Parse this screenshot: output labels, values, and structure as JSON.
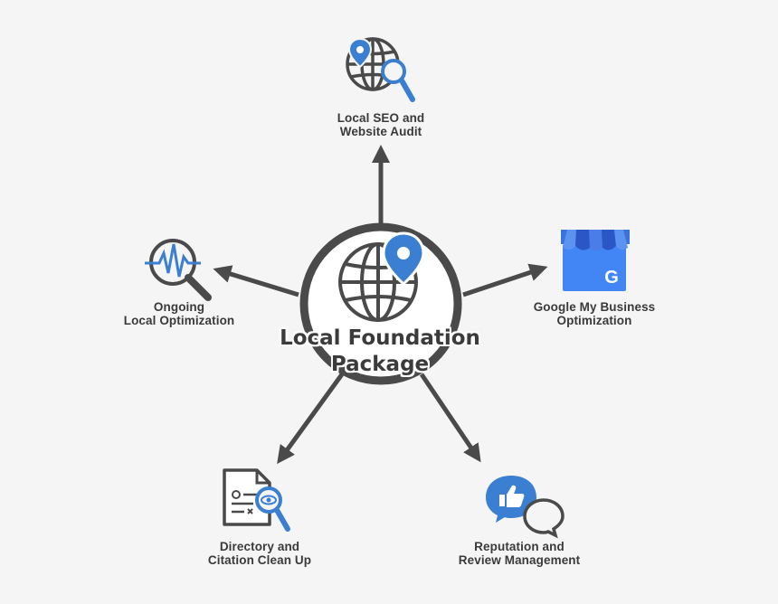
{
  "center": {
    "title_line1": "Local Foundation",
    "title_line2": "Package",
    "icon": "globe-location-icon"
  },
  "nodes": {
    "seo_audit": {
      "line1": "Local SEO and",
      "line2": "Website Audit",
      "icon": "globe-search-icon"
    },
    "google_my_business": {
      "line1": "Google My Business",
      "line2": "Optimization",
      "icon": "storefront-google-icon",
      "letter": "G"
    },
    "ongoing_optimization": {
      "line1": "Ongoing",
      "line2": "Local Optimization",
      "icon": "pulse-magnifier-icon"
    },
    "directory_citation": {
      "line1": "Directory and",
      "line2": "Citation Clean Up",
      "icon": "document-search-icon"
    },
    "reputation_review": {
      "line1": "Reputation and",
      "line2": "Review Management",
      "icon": "thumbs-up-chat-icon"
    }
  },
  "colors": {
    "background": "#f5f5f5",
    "dark_gray": "#4a4a4a",
    "blue": "#3b7fd3",
    "store_blue": "#4285f4",
    "store_dark": "#2a56c6"
  }
}
